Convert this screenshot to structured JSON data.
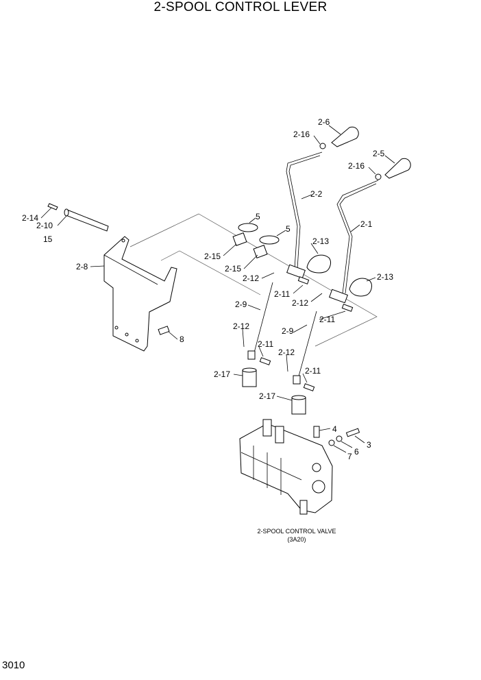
{
  "title": "2-SPOOL CONTROL LEVER",
  "page_number": "3010",
  "caption": {
    "line1": "2-SPOOL CONTROL VALVE",
    "line2": "(3A20)"
  },
  "labels": {
    "l2_6": "2-6",
    "l2_16a": "2-16",
    "l2_5": "2-5",
    "l2_16b": "2-16",
    "l2_2": "2-2",
    "l2_1": "2-1",
    "l2_14": "2-14",
    "l2_10": "2-10",
    "l15": "15",
    "l5a": "5",
    "l5b": "5",
    "l2_13a": "2-13",
    "l2_13b": "2-13",
    "l2_8": "2-8",
    "l2_15a": "2-15",
    "l2_15b": "2-15",
    "l2_12a": "2-12",
    "l2_12b": "2-12",
    "l2_12c": "2-12",
    "l2_12d": "2-12",
    "l2_11a": "2-11",
    "l2_11b": "2-11",
    "l2_11c": "2-11",
    "l2_11d": "2-11",
    "l2_9a": "2-9",
    "l2_9b": "2-9",
    "l8": "8",
    "l2_17a": "2-17",
    "l2_17b": "2-17",
    "l4": "4",
    "l3": "3",
    "l6": "6",
    "l7": "7"
  }
}
